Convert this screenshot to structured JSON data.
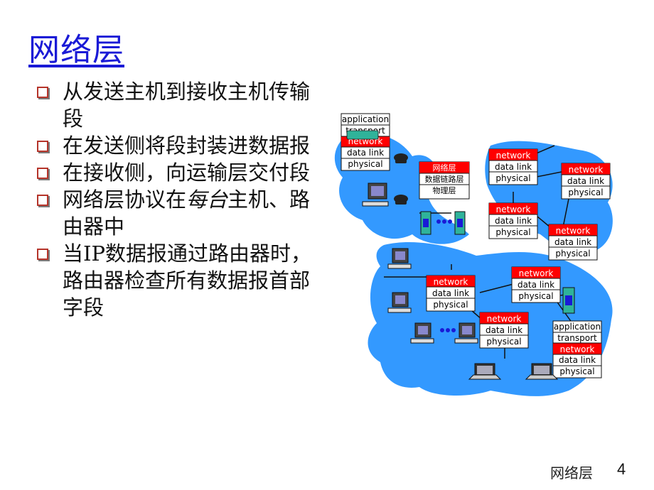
{
  "title": "网络层",
  "bullets": [
    {
      "pre": "从发送主机到接收主机传输段",
      "em": "",
      "post": ""
    },
    {
      "pre": "在发送侧将段封装进数据报",
      "em": "",
      "post": ""
    },
    {
      "pre": "在接收侧，向运输层交付段",
      "em": "",
      "post": ""
    },
    {
      "pre": "网络层协议在",
      "em": "每台",
      "post": "主机、路由器中"
    },
    {
      "pre": "当IP数据报通过路由器时，路由器检查所有数据报首部字段",
      "em": "",
      "post": ""
    }
  ],
  "diagram": {
    "host_top_left": {
      "layers": [
        "application",
        "transport",
        "network",
        "data link",
        "physical"
      ]
    },
    "host_bottom_right": {
      "layers": [
        "application",
        "transport",
        "network",
        "data link",
        "physical"
      ]
    },
    "router_layers": [
      "network",
      "data link",
      "physical"
    ],
    "switch_box": {
      "layers": [
        "网络层",
        "数据链路层",
        "物理层"
      ]
    }
  },
  "footer": {
    "label": "网络层",
    "page": "4"
  },
  "colors": {
    "title": "#1a1ad6",
    "cloud": "#3399ff",
    "network_layer": "#ff0000",
    "bullet_box": "#b5342a"
  }
}
